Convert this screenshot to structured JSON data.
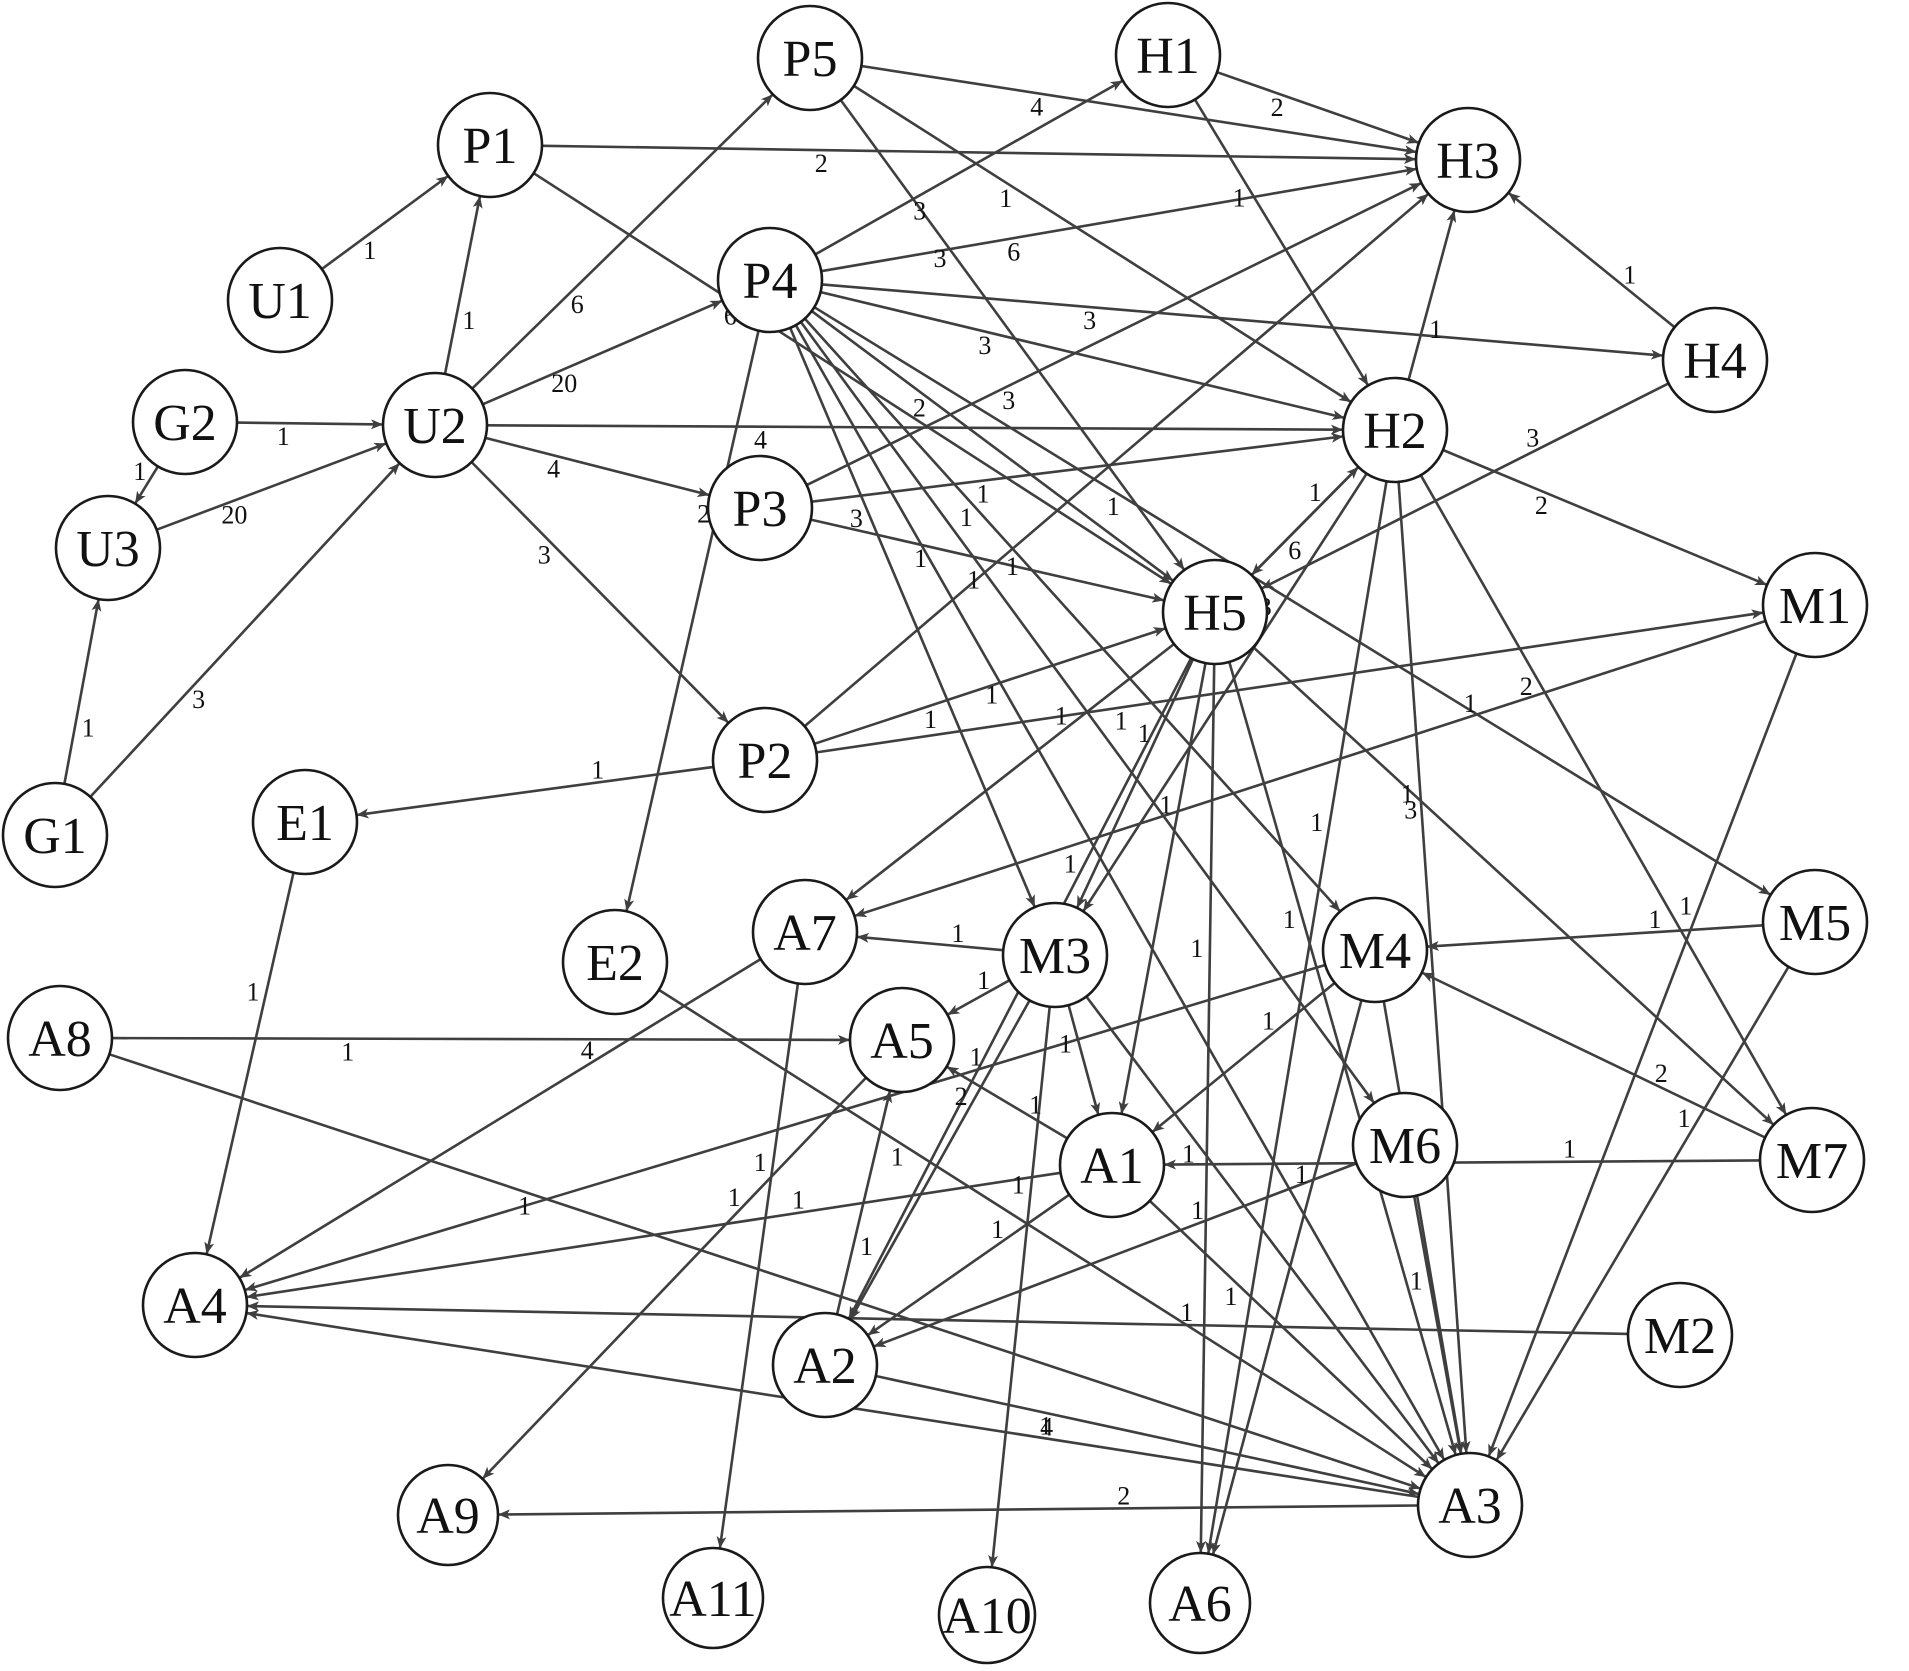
{
  "diagram": {
    "colors": {
      "edge": "#3f3f3f",
      "node_stroke": "#1a1a1a",
      "node_fill": "#ffffff",
      "text": "#111111"
    },
    "nodes": [
      {
        "id": "P5",
        "label": "P5"
      },
      {
        "id": "H1",
        "label": "H1"
      },
      {
        "id": "P1",
        "label": "P1"
      },
      {
        "id": "H3",
        "label": "H3"
      },
      {
        "id": "U1",
        "label": "U1"
      },
      {
        "id": "P4",
        "label": "P4"
      },
      {
        "id": "H4",
        "label": "H4"
      },
      {
        "id": "G2",
        "label": "G2"
      },
      {
        "id": "U2",
        "label": "U2"
      },
      {
        "id": "H2",
        "label": "H2"
      },
      {
        "id": "U3",
        "label": "U3"
      },
      {
        "id": "P3",
        "label": "P3"
      },
      {
        "id": "H5",
        "label": "H5"
      },
      {
        "id": "M1",
        "label": "M1"
      },
      {
        "id": "G1",
        "label": "G1"
      },
      {
        "id": "E1",
        "label": "E1"
      },
      {
        "id": "P2",
        "label": "P2"
      },
      {
        "id": "A7",
        "label": "A7"
      },
      {
        "id": "M3",
        "label": "M3"
      },
      {
        "id": "M4",
        "label": "M4"
      },
      {
        "id": "M5",
        "label": "M5"
      },
      {
        "id": "E2",
        "label": "E2"
      },
      {
        "id": "A8",
        "label": "A8"
      },
      {
        "id": "A5",
        "label": "A5"
      },
      {
        "id": "M6",
        "label": "M6"
      },
      {
        "id": "A1",
        "label": "A1"
      },
      {
        "id": "M7",
        "label": "M7"
      },
      {
        "id": "A4",
        "label": "A4"
      },
      {
        "id": "M2",
        "label": "M2"
      },
      {
        "id": "A2",
        "label": "A2"
      },
      {
        "id": "A3",
        "label": "A3"
      },
      {
        "id": "A9",
        "label": "A9"
      },
      {
        "id": "A11",
        "label": "A11"
      },
      {
        "id": "A10",
        "label": "A10"
      },
      {
        "id": "A6",
        "label": "A6"
      }
    ],
    "edges": [
      {
        "from": "U1",
        "to": "P1",
        "label": "1"
      },
      {
        "from": "U2",
        "to": "P1",
        "label": "1"
      },
      {
        "from": "G2",
        "to": "U2",
        "label": "1"
      },
      {
        "from": "G2",
        "to": "U3",
        "label": "1"
      },
      {
        "from": "U3",
        "to": "U2",
        "label": "20"
      },
      {
        "from": "G1",
        "to": "U3",
        "label": "1"
      },
      {
        "from": "G1",
        "to": "U2",
        "label": "3"
      },
      {
        "from": "U2",
        "to": "P5",
        "label": "6"
      },
      {
        "from": "U2",
        "to": "P4",
        "label": "20"
      },
      {
        "from": "U2",
        "to": "H2",
        "label": "4"
      },
      {
        "from": "U2",
        "to": "P3",
        "label": "4"
      },
      {
        "from": "U2",
        "to": "P2",
        "label": "3"
      },
      {
        "from": "P1",
        "to": "H3",
        "label": "2"
      },
      {
        "from": "P1",
        "to": "H5",
        "label": "6"
      },
      {
        "from": "P5",
        "to": "H3",
        "label": "4"
      },
      {
        "from": "P5",
        "to": "H2",
        "label": "1"
      },
      {
        "from": "P5",
        "to": "H5",
        "label": "3"
      },
      {
        "from": "H1",
        "to": "H3",
        "label": "2"
      },
      {
        "from": "H1",
        "to": "H2",
        "label": "1"
      },
      {
        "from": "P4",
        "to": "H1",
        "label": "3"
      },
      {
        "from": "P4",
        "to": "H3",
        "label": "6"
      },
      {
        "from": "P4",
        "to": "H4",
        "label": "3"
      },
      {
        "from": "P4",
        "to": "H2",
        "label": "3"
      },
      {
        "from": "P4",
        "to": "H5",
        "label": "2"
      },
      {
        "from": "P4",
        "to": "E2",
        "label": "2"
      },
      {
        "from": "P4",
        "to": "M3",
        "label": "3"
      },
      {
        "from": "P4",
        "to": "M4",
        "label": "1"
      },
      {
        "from": "P4",
        "to": "M6",
        "label": "1"
      },
      {
        "from": "P4",
        "to": "M5",
        "label": "1"
      },
      {
        "from": "P4",
        "to": "A3",
        "label": "1"
      },
      {
        "from": "H4",
        "to": "H3",
        "label": "1"
      },
      {
        "from": "H4",
        "to": "H5",
        "label": "3"
      },
      {
        "from": "H2",
        "to": "H3",
        "label": "1"
      },
      {
        "from": "H2",
        "to": "H5",
        "label": "1"
      },
      {
        "from": "H2",
        "to": "M1",
        "label": "2"
      },
      {
        "from": "H2",
        "to": "M7",
        "label": "2"
      },
      {
        "from": "H2",
        "to": "M3",
        "label": "3"
      },
      {
        "from": "H2",
        "to": "A6",
        "label": "1"
      },
      {
        "from": "H2",
        "to": "A3",
        "label": "1"
      },
      {
        "from": "P3",
        "to": "H3",
        "label": "3"
      },
      {
        "from": "P3",
        "to": "H2",
        "label": "1"
      },
      {
        "from": "P3",
        "to": "H5",
        "label": "1"
      },
      {
        "from": "P2",
        "to": "H3",
        "label": "1"
      },
      {
        "from": "P2",
        "to": "H5",
        "label": "1"
      },
      {
        "from": "P2",
        "to": "M1",
        "label": "1"
      },
      {
        "from": "P2",
        "to": "E1",
        "label": "1"
      },
      {
        "from": "H5",
        "to": "H2",
        "label": "6"
      },
      {
        "from": "H5",
        "to": "A7",
        "label": "1"
      },
      {
        "from": "H5",
        "to": "M3",
        "label": "1"
      },
      {
        "from": "H5",
        "to": "A1",
        "label": "1"
      },
      {
        "from": "H5",
        "to": "A6",
        "label": "1"
      },
      {
        "from": "H5",
        "to": "M7",
        "label": "3"
      },
      {
        "from": "H5",
        "to": "A3",
        "label": "1"
      },
      {
        "from": "H5",
        "to": "A2",
        "label": "1"
      },
      {
        "from": "M1",
        "to": "A7",
        "label": "1"
      },
      {
        "from": "M1",
        "to": "A3",
        "label": "1"
      },
      {
        "from": "M5",
        "to": "M4",
        "label": "1"
      },
      {
        "from": "M5",
        "to": "A3",
        "label": "1"
      },
      {
        "from": "M3",
        "to": "A7",
        "label": "1"
      },
      {
        "from": "M3",
        "to": "A5",
        "label": "1"
      },
      {
        "from": "M3",
        "to": "A1",
        "label": "1"
      },
      {
        "from": "M3",
        "to": "A2",
        "label": "2"
      },
      {
        "from": "M3",
        "to": "A10",
        "label": "1"
      },
      {
        "from": "M3",
        "to": "A3",
        "label": "1"
      },
      {
        "from": "M4",
        "to": "A4",
        "label": "1"
      },
      {
        "from": "M4",
        "to": "A1",
        "label": "1"
      },
      {
        "from": "M4",
        "to": "A6",
        "label": "1"
      },
      {
        "from": "M4",
        "to": "A3",
        "label": "2"
      },
      {
        "from": "M7",
        "to": "M4",
        "label": "2"
      },
      {
        "from": "M7",
        "to": "A1",
        "label": "1"
      },
      {
        "from": "M6",
        "to": "A2",
        "label": "1"
      },
      {
        "from": "M6",
        "to": "A3",
        "label": "1"
      },
      {
        "from": "E1",
        "to": "A4",
        "label": "1"
      },
      {
        "from": "E2",
        "to": "A3",
        "label": "1"
      },
      {
        "from": "A7",
        "to": "A4",
        "label": "4"
      },
      {
        "from": "A7",
        "to": "A11",
        "label": "1"
      },
      {
        "from": "A8",
        "to": "A5",
        "label": "1"
      },
      {
        "from": "A8",
        "to": "A3",
        "label": "1"
      },
      {
        "from": "A5",
        "to": "A9",
        "label": "1"
      },
      {
        "from": "A1",
        "to": "A5",
        "label": "1"
      },
      {
        "from": "A1",
        "to": "A4",
        "label": "1"
      },
      {
        "from": "A1",
        "to": "A2",
        "label": "1"
      },
      {
        "from": "A1",
        "to": "A3",
        "label": "1"
      },
      {
        "from": "A2",
        "to": "A5",
        "label": "1"
      },
      {
        "from": "A2",
        "to": "A3",
        "label": "4"
      },
      {
        "from": "M2",
        "to": "A4",
        "label": "1"
      },
      {
        "from": "A3",
        "to": "A4",
        "label": "1"
      },
      {
        "from": "A3",
        "to": "A9",
        "label": "2"
      }
    ]
  }
}
